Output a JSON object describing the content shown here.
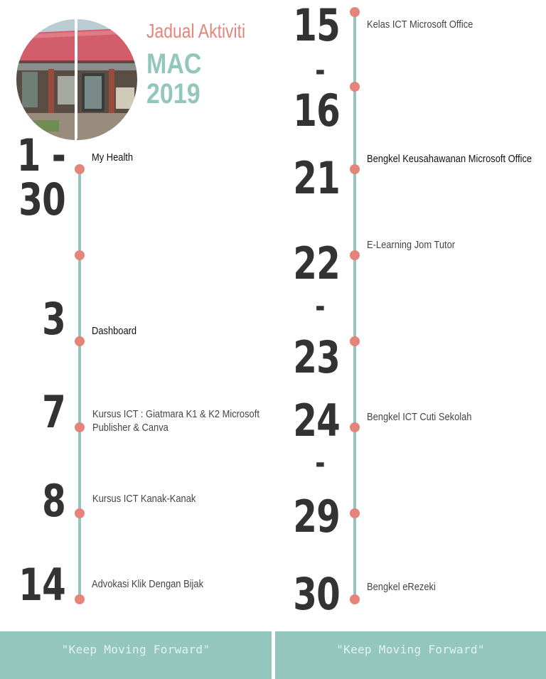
{
  "header": {
    "title": "Jadual Aktiviti",
    "month": "MAC",
    "year": "2019"
  },
  "left_events": [
    {
      "date": "1 -",
      "date2": "30",
      "label": "My Health"
    },
    {
      "date": "3",
      "label": "Dashboard"
    },
    {
      "date": "7",
      "label_line1": "Kursus ICT : Giatmara K1 & K2 Microsoft",
      "label_line2": "Publisher & Canva"
    },
    {
      "date": "8",
      "label": "Kursus ICT Kanak-Kanak"
    },
    {
      "date": "14",
      "label": "Advokasi Klik Dengan Bijak"
    }
  ],
  "right_events": [
    {
      "date": "15",
      "sep": "-",
      "date2": "16",
      "label": "Kelas ICT Microsoft Office"
    },
    {
      "date": "21",
      "label": "Bengkel Keusahawanan Microsoft Office"
    },
    {
      "date": "22",
      "sep": "-",
      "date2": "23",
      "label": "E-Learning Jom Tutor"
    },
    {
      "date": "24",
      "sep": "-",
      "date2": "29",
      "label": "Bengkel ICT Cuti Sekolah"
    },
    {
      "date": "30",
      "label": "Bengkel eRezeki"
    }
  ],
  "footer": {
    "left_quote": "\"Keep Moving Forward\"",
    "right_quote": "\"Keep Moving Forward\""
  },
  "colors": {
    "accent_teal": "#93c7bd",
    "accent_coral": "#e4847b",
    "date_text": "#333333"
  }
}
